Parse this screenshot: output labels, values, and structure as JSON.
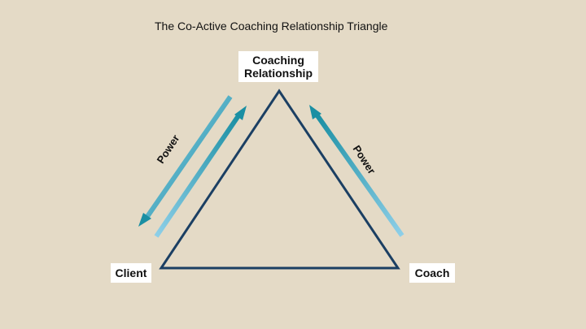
{
  "title": "The Co-Active Coaching Relationship Triangle",
  "nodes": {
    "top": "Coaching\nRelationship",
    "top_line1": "Coaching",
    "top_line2": "Relationship",
    "left": "Client",
    "right": "Coach"
  },
  "edge_labels": {
    "left": "Power",
    "right": "Power"
  },
  "colors": {
    "background": "#e4dac6",
    "triangle_stroke": "#1b3f63",
    "arrow_light": "#8ecfe8",
    "arrow_dark": "#1a8fa3"
  }
}
